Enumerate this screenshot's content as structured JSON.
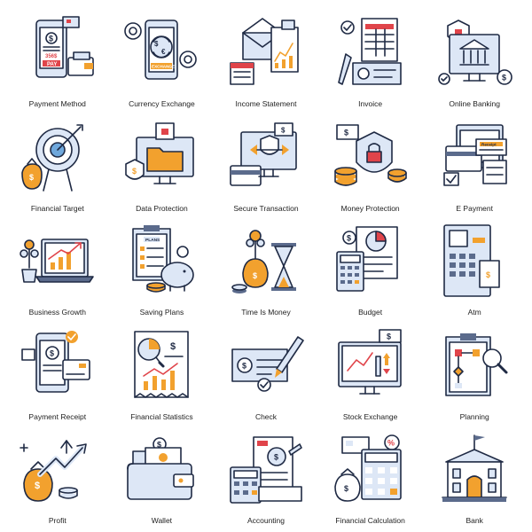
{
  "icons": [
    {
      "label": "Payment Method",
      "icon": "payment-method-icon"
    },
    {
      "label": "Currency Exchange",
      "icon": "currency-exchange-icon"
    },
    {
      "label": "Income Statement",
      "icon": "income-statement-icon"
    },
    {
      "label": "Invoice",
      "icon": "invoice-icon"
    },
    {
      "label": "Online Banking",
      "icon": "online-banking-icon"
    },
    {
      "label": "Financial Target",
      "icon": "financial-target-icon"
    },
    {
      "label": "Data Protection",
      "icon": "data-protection-icon"
    },
    {
      "label": "Secure Transaction",
      "icon": "secure-transaction-icon"
    },
    {
      "label": "Money Protection",
      "icon": "money-protection-icon"
    },
    {
      "label": "E Payment",
      "icon": "e-payment-icon"
    },
    {
      "label": "Business Growth",
      "icon": "business-growth-icon"
    },
    {
      "label": "Saving Plans",
      "icon": "saving-plans-icon"
    },
    {
      "label": "Time Is Money",
      "icon": "time-is-money-icon"
    },
    {
      "label": "Budget",
      "icon": "budget-icon"
    },
    {
      "label": "Atm",
      "icon": "atm-icon"
    },
    {
      "label": "Payment Receipt",
      "icon": "payment-receipt-icon"
    },
    {
      "label": "Financial Statistics",
      "icon": "financial-statistics-icon"
    },
    {
      "label": "Check",
      "icon": "check-icon"
    },
    {
      "label": "Stock Exchange",
      "icon": "stock-exchange-icon"
    },
    {
      "label": "Planning",
      "icon": "planning-icon"
    },
    {
      "label": "Profit",
      "icon": "profit-icon"
    },
    {
      "label": "Wallet",
      "icon": "wallet-icon"
    },
    {
      "label": "Accounting",
      "icon": "accounting-icon"
    },
    {
      "label": "Financial Calculation",
      "icon": "financial-calculation-icon"
    },
    {
      "label": "Bank",
      "icon": "bank-icon"
    }
  ],
  "inner_text": {
    "pay": "PAY",
    "amount": "356$",
    "exchange": "EXCHANGE",
    "plans": "PLANS",
    "receipt": "Receipt"
  },
  "colors": {
    "outline": "#1f2a44",
    "fill_blue": "#dde7f6",
    "accent_orange": "#f2a12e",
    "accent_red": "#e0444a"
  }
}
